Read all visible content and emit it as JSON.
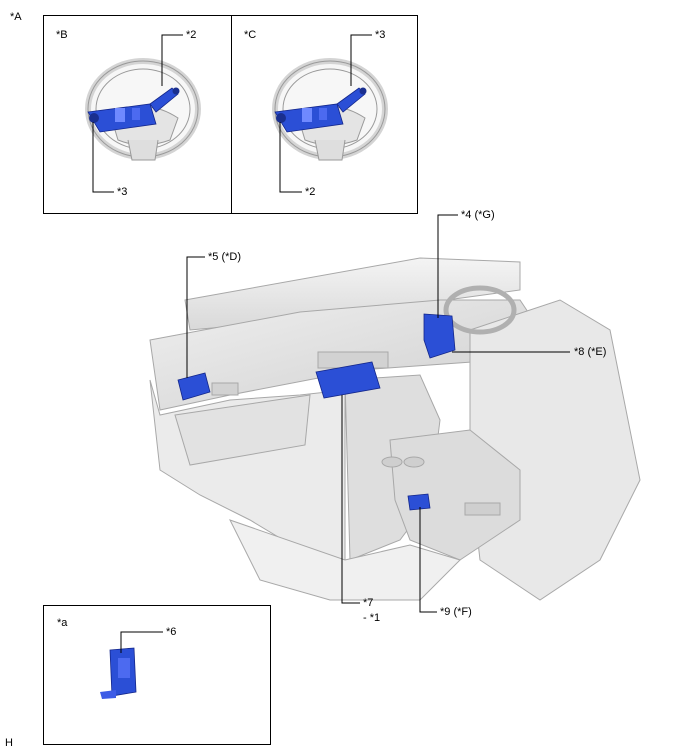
{
  "figure_label": "*A",
  "footer_mark": "H",
  "panels": {
    "b": {
      "label": "*B",
      "callout_top": "*2",
      "callout_bottom": "*3"
    },
    "c": {
      "label": "*C",
      "callout_top": "*3",
      "callout_bottom": "*2"
    },
    "a": {
      "label": "*a",
      "callout": "*6"
    }
  },
  "callouts": {
    "c4": "*4 (*G)",
    "c5": "*5 (*D)",
    "c8": "*8 (*E)",
    "c7": "*7",
    "c1": "- *1",
    "c9": "*9 (*F)"
  },
  "colors": {
    "part_blue": "#2b4fd6",
    "part_dark": "#1a2f8f",
    "interior_gray": "#e6e6e6"
  }
}
